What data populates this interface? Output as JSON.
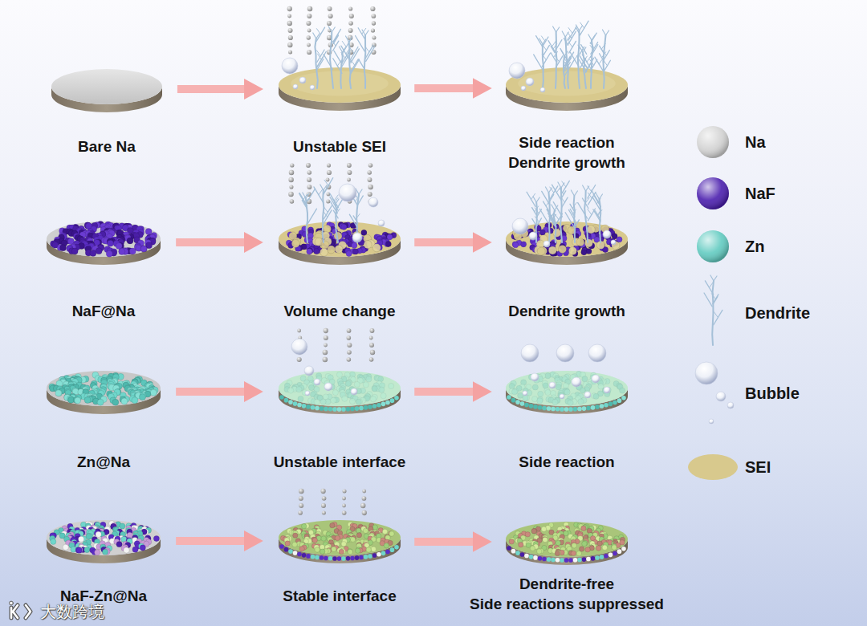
{
  "diagram": {
    "nodes": [
      {
        "text": [
          "Bare Na"
        ]
      },
      {
        "text": [
          "Unstable SEI"
        ]
      },
      {
        "text": [
          "Side reaction",
          "Dendrite growth"
        ]
      },
      {
        "text": [
          "NaF@Na"
        ]
      },
      {
        "text": [
          "Volume change"
        ]
      },
      {
        "text": [
          "Dendrite growth"
        ]
      },
      {
        "text": [
          "Zn@Na"
        ]
      },
      {
        "text": [
          "Unstable interface"
        ]
      },
      {
        "text": [
          "Side reaction"
        ]
      },
      {
        "text": [
          "NaF-Zn@Na"
        ]
      },
      {
        "text": [
          "Stable interface"
        ]
      },
      {
        "text": [
          "Dendrite-free",
          "Side reactions suppressed"
        ]
      }
    ],
    "edges": [
      {
        "from": 0,
        "to": 1,
        "arrow": "to"
      },
      {
        "from": 1,
        "to": 2,
        "arrow": "to"
      },
      {
        "from": 3,
        "to": 4,
        "arrow": "to"
      },
      {
        "from": 4,
        "to": 5,
        "arrow": "to"
      },
      {
        "from": 6,
        "to": 7,
        "arrow": "to"
      },
      {
        "from": 7,
        "to": 8,
        "arrow": "to"
      },
      {
        "from": 9,
        "to": 10,
        "arrow": "to"
      },
      {
        "from": 10,
        "to": 11,
        "arrow": "to"
      }
    ],
    "labels": [
      "大数跨境"
    ],
    "legend": [
      {
        "text": "Na",
        "color": "#d3d3d3"
      },
      {
        "text": "NaF",
        "color": "#4b1fae"
      },
      {
        "text": "Zn",
        "color": "#62cbc1"
      },
      {
        "text": "Dendrite"
      },
      {
        "text": "Bubble"
      },
      {
        "text": "SEI",
        "color": "#d8c98d"
      }
    ]
  }
}
